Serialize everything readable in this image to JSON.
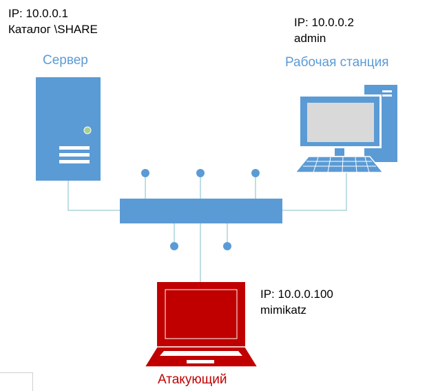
{
  "server": {
    "ip": "IP: 10.0.0.1",
    "detail": "Каталог \\SHARE",
    "title": "Сервер"
  },
  "workstation": {
    "ip": "IP: 10.0.0.2",
    "detail": "admin",
    "title": "Рабочая станция"
  },
  "attacker": {
    "ip": "IP: 10.0.0.100",
    "detail": "mimikatz",
    "title": "Атакующий"
  },
  "colors": {
    "device_blue": "#5b9bd5",
    "line_teal": "#a9d4d9",
    "attacker_red": "#c00000",
    "power_led": "#a9d18e"
  },
  "icons": {
    "server": "server-tower-icon",
    "workstation": "desktop-computer-icon",
    "attacker": "laptop-icon",
    "switch": "network-switch-icon"
  }
}
